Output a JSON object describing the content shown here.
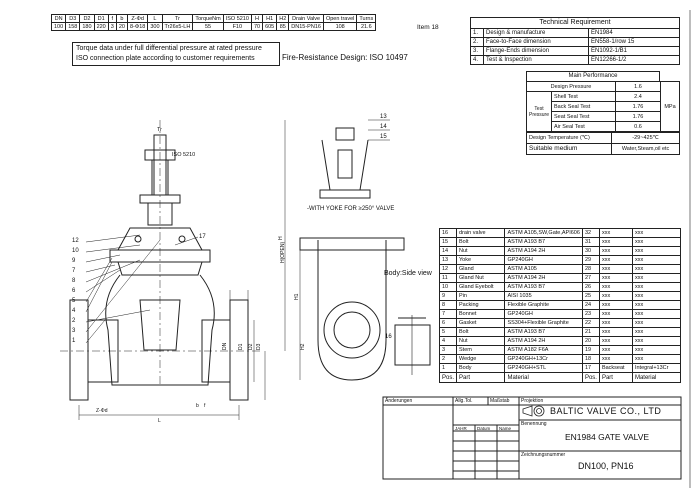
{
  "dims_table": {
    "headers": [
      "DN",
      "D3",
      "D2",
      "D1",
      "f",
      "b",
      "Z-Φd",
      "L",
      "Tr",
      "TorqueNm",
      "ISO 5210",
      "H",
      "H1",
      "H2",
      "Drain Valve",
      "Open travel",
      "Turns"
    ],
    "values": [
      "100",
      "158",
      "180",
      "220",
      "3",
      "20",
      "8-Φ18",
      "300",
      "Tr26x5-LH",
      "55",
      "F10",
      "70",
      "605",
      "85",
      "DN15-PN16",
      "108",
      "21.6"
    ],
    "suffix": "Item 18"
  },
  "notes": {
    "line1": "Torque data under full differential pressure at rated pressure",
    "line2": "ISO connection plate according to customer requirements"
  },
  "fire_resistance": "Fire-Resistance Design: ISO 10497",
  "tech_req": {
    "title": "Technical Requirement",
    "rows": [
      {
        "n": "1.",
        "label": "Design & manufacture",
        "value": "EN1984"
      },
      {
        "n": "2.",
        "label": "Face-to-Face dimension",
        "value": "EN558-1/row 15"
      },
      {
        "n": "3.",
        "label": "Flange-Ends dimension",
        "value": "EN1092-1/B1"
      },
      {
        "n": "4.",
        "label": "Test & Inspection",
        "value": "EN12266-1/2"
      }
    ],
    "main_perf_title": "Main Performance",
    "design_pressure_label": "Design Pressure",
    "design_pressure_value": "1.6",
    "test_pressure_label": "Test Pressure",
    "tests": [
      {
        "label": "Shell Test",
        "value": "2.4"
      },
      {
        "label": "Back Seal Test",
        "value": "1.76"
      },
      {
        "label": "Seat Seal Test",
        "value": "1.76"
      },
      {
        "label": "Air Seal Test",
        "value": "0.6"
      }
    ],
    "unit": "MPa",
    "design_temp_label": "Design  Temperature  (℃)",
    "design_temp_value": "-29~425℃",
    "medium_label": "Suitable  medium",
    "medium_value": "Water,Steam,oil etc"
  },
  "parts": {
    "rows": [
      [
        "16",
        "drain valve",
        "ASTM A105,SW,Gate,API606",
        "32",
        "xxx",
        "xxx"
      ],
      [
        "15",
        "Bolt",
        "ASTM A193 B7",
        "31",
        "xxx",
        "xxx"
      ],
      [
        "14",
        "Nut",
        "ASTM A194 2H",
        "30",
        "xxx",
        "xxx"
      ],
      [
        "13",
        "Yoke",
        "GP240GH",
        "29",
        "xxx",
        "xxx"
      ],
      [
        "12",
        "Gland",
        "ASTM A105",
        "28",
        "xxx",
        "xxx"
      ],
      [
        "11",
        "Gland Nut",
        "ASTM A194 2H",
        "27",
        "xxx",
        "xxx"
      ],
      [
        "10",
        "Gland Eyebolt",
        "ASTM A193 B7",
        "26",
        "xxx",
        "xxx"
      ],
      [
        "9",
        "Pin",
        "AISI 1035",
        "25",
        "xxx",
        "xxx"
      ],
      [
        "8",
        "Packing",
        "Flexible Graphite",
        "24",
        "xxx",
        "xxx"
      ],
      [
        "7",
        "Bonnet",
        "GP240GH",
        "23",
        "xxx",
        "xxx"
      ],
      [
        "6",
        "Gasket",
        "SS304+Flexible Graphite",
        "22",
        "xxx",
        "xxx"
      ],
      [
        "5",
        "Bolt",
        "ASTM A193 B7",
        "21",
        "xxx",
        "xxx"
      ],
      [
        "4",
        "Nut",
        "ASTM A194 2H",
        "20",
        "xxx",
        "xxx"
      ],
      [
        "3",
        "Stem",
        "ASTM A182 F6A",
        "19",
        "xxx",
        "xxx"
      ],
      [
        "2",
        "Wedge",
        "GP240GH+13Cr",
        "18",
        "xxx",
        "xxx"
      ],
      [
        "1",
        "Body",
        "GP240GH+STL",
        "17",
        "Backseat",
        "Integral+13Cr"
      ]
    ],
    "footer": [
      "Pos.",
      "Part",
      "Material",
      "Pos.",
      "Part",
      "Material"
    ]
  },
  "title_block": {
    "aenderungen": "Änderungen",
    "allg_tol": "Allg.Tol.",
    "massstab": "Maßstab",
    "projektion": "Projektion",
    "company": "BALTIC VALVE CO., LTD",
    "benennung": "Benennung",
    "product": "EN1984 GATE VALVE",
    "jahr": "JAHR",
    "datum": "Datum",
    "name": "Name",
    "zeichnungsnummer": "Zeichnungsnummer",
    "drawing_no": "DN100, PN16"
  },
  "drawing_labels": {
    "yoke_note": "-WITH YOKE FOR ≥250° VALVE",
    "side_view": "Body:Side view",
    "iso": "ISO 5210",
    "tr": "Tr",
    "left_callouts": [
      "12",
      "10",
      "9",
      "7",
      "8",
      "6",
      "5",
      "4",
      "2",
      "3",
      "1"
    ],
    "callout_17": "17",
    "callout_16": "16",
    "detail_callouts": [
      "13",
      "14",
      "15"
    ],
    "dim_labels": [
      "D1",
      "D2",
      "D3",
      "DN",
      "Z-Φd",
      "b",
      "f",
      "L",
      "H",
      "H1",
      "H2"
    ],
    "h_open": "H(OPEN)"
  }
}
